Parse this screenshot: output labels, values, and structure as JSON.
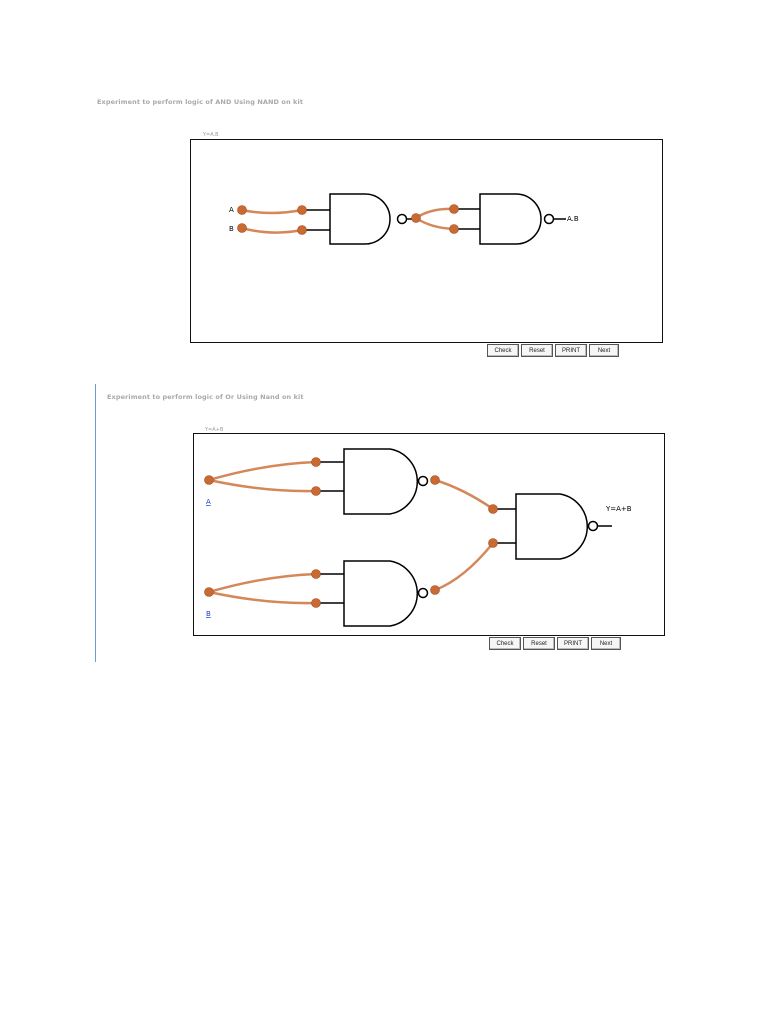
{
  "experiment1": {
    "heading": "Experiment to perform logic of AND Using NAND on kit",
    "expression_label": "Y=A.B",
    "input_a": "A",
    "input_b": "B",
    "output_label": "A.B",
    "buttons": {
      "check": "Check",
      "reset": "Reset",
      "print": "PRINT",
      "next": "Next"
    }
  },
  "experiment2": {
    "heading": "Experiment to perform logic of Or Using Nand on kit",
    "expression_label": "Y=A+B",
    "input_a": "A",
    "input_b": "B",
    "output_label": "Y=A+B",
    "buttons": {
      "check": "Check",
      "reset": "Reset",
      "print": "PRINT",
      "next": "Next"
    }
  },
  "colors": {
    "wire": "#d4885a",
    "terminal": "#c96a32",
    "accent_line": "#6b9bd9",
    "link": "#1a3fd0"
  }
}
